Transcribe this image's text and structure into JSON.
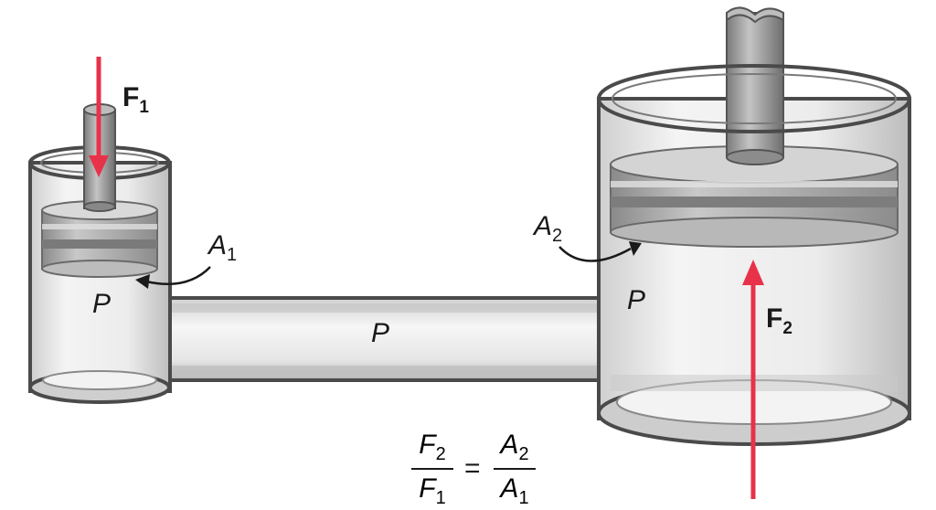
{
  "labels": {
    "force_in": "F",
    "force_in_sub": "1",
    "force_out": "F",
    "force_out_sub": "2",
    "area_small": "A",
    "area_small_sub": "1",
    "area_large": "A",
    "area_large_sub": "2",
    "pressure_small": "P",
    "pressure_pipe": "P",
    "pressure_large": "P"
  },
  "equation": {
    "lhs_num": "F",
    "lhs_num_sub": "2",
    "lhs_den": "F",
    "lhs_den_sub": "1",
    "equals": "=",
    "rhs_num": "A",
    "rhs_num_sub": "2",
    "rhs_den": "A",
    "rhs_den_sub": "1"
  },
  "colors": {
    "force_arrow": "#e8324a",
    "metal_dark": "#555555",
    "metal_mid": "#9a9a9a",
    "metal_light": "#d6d6d6",
    "glass": "#eeeeee"
  }
}
